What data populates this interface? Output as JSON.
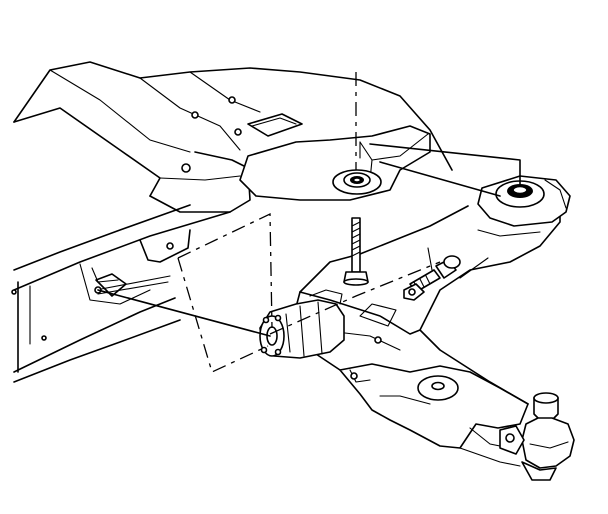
{
  "diagram": {
    "description_visible_text": "",
    "line_color": "#000000",
    "background_color": "#ffffff",
    "parts": [
      {
        "name": "front-suspension-crossmember"
      },
      {
        "name": "lower-control-arm"
      },
      {
        "name": "rear-bushing"
      },
      {
        "name": "front-bushing"
      },
      {
        "name": "ball-joint"
      },
      {
        "name": "rear-mount-bracket"
      },
      {
        "name": "rear-bolt"
      },
      {
        "name": "front-bolt"
      },
      {
        "name": "nut"
      }
    ]
  }
}
